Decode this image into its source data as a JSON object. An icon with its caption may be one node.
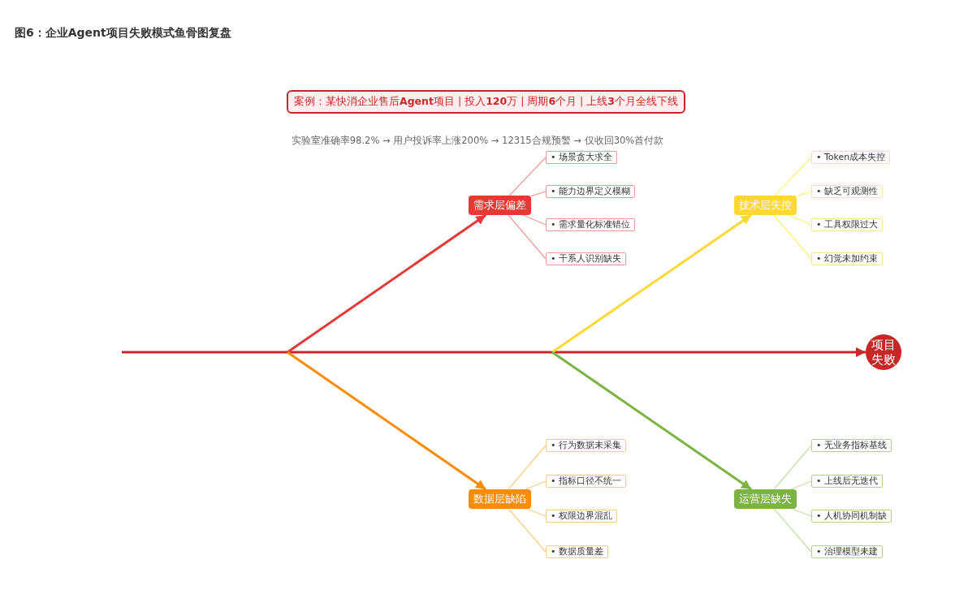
{
  "diagram": {
    "title": "图6：企业Agent项目失败模式鱼骨图复盘",
    "nodes": [
      {
        "text": [
          "案例：某快消企业售后**Agent**项目 | 投入**120**万 | 周期**6**个月 | 上线**3**个月全线下线"
        ]
      },
      {
        "text": [
          "需求层偏差"
        ]
      },
      {
        "text": [
          "• 场景贪大求全"
        ]
      },
      {
        "text": [
          "• 能力边界定义模糊"
        ]
      },
      {
        "text": [
          "• 需求量化标准错位"
        ]
      },
      {
        "text": [
          "• 干系人识别缺失"
        ]
      },
      {
        "text": [
          "技术层失控"
        ]
      },
      {
        "text": [
          "• Token成本失控"
        ]
      },
      {
        "text": [
          "• 缺乏可观测性"
        ]
      },
      {
        "text": [
          "• 工具权限过大"
        ]
      },
      {
        "text": [
          "• 幻觉未加约束"
        ]
      },
      {
        "text": [
          "数据层缺陷"
        ]
      },
      {
        "text": [
          "• 行为数据未采集"
        ]
      },
      {
        "text": [
          "• 指标口径不统一"
        ]
      },
      {
        "text": [
          "• 权限边界混乱"
        ]
      },
      {
        "text": [
          "• 数据质量差"
        ]
      },
      {
        "text": [
          "运营层缺失"
        ]
      },
      {
        "text": [
          "• 无业务指标基线"
        ]
      },
      {
        "text": [
          "• 上线后无迭代"
        ]
      },
      {
        "text": [
          "• 人机协同机制缺"
        ]
      },
      {
        "text": [
          "• 治理模型未建"
        ]
      },
      {
        "text": [
          "项目失败"
        ]
      }
    ],
    "edges": [
      {
        "from": null,
        "to": 21,
        "arrow": "to",
        "style": "thick",
        "color": "#c62828"
      },
      {
        "from": null,
        "to": 1,
        "arrow": "to",
        "style": "thick",
        "color": "#e53935"
      },
      {
        "from": null,
        "to": 6,
        "arrow": "to",
        "style": "thick",
        "color": "#fdd835"
      },
      {
        "from": null,
        "to": 11,
        "arrow": "to",
        "style": "thick",
        "color": "#fb8c00"
      },
      {
        "from": null,
        "to": 16,
        "arrow": "to",
        "style": "thick",
        "color": "#7cb342"
      },
      {
        "from": 1,
        "to": 2,
        "arrow": "none",
        "color": "#ef9a9a"
      },
      {
        "from": 1,
        "to": 3,
        "arrow": "none",
        "color": "#ef9a9a"
      },
      {
        "from": 1,
        "to": 4,
        "arrow": "none",
        "color": "#ef9a9a"
      },
      {
        "from": 1,
        "to": 5,
        "arrow": "none",
        "color": "#ef9a9a"
      },
      {
        "from": 6,
        "to": 7,
        "arrow": "none",
        "color": "#fff176"
      },
      {
        "from": 6,
        "to": 8,
        "arrow": "none",
        "color": "#fff176"
      },
      {
        "from": 6,
        "to": 9,
        "arrow": "none",
        "color": "#fff176"
      },
      {
        "from": 6,
        "to": 10,
        "arrow": "none",
        "color": "#fff176"
      },
      {
        "from": 11,
        "to": 12,
        "arrow": "none",
        "color": "#ffcc80"
      },
      {
        "from": 11,
        "to": 13,
        "arrow": "none",
        "color": "#ffcc80"
      },
      {
        "from": 11,
        "to": 14,
        "arrow": "none",
        "color": "#ffcc80"
      },
      {
        "from": 11,
        "to": 15,
        "arrow": "none",
        "color": "#ffcc80"
      },
      {
        "from": 16,
        "to": 17,
        "arrow": "none",
        "color": "#c5e1a5"
      },
      {
        "from": 16,
        "to": 18,
        "arrow": "none",
        "color": "#c5e1a5"
      },
      {
        "from": 16,
        "to": 19,
        "arrow": "none",
        "color": "#c5e1a5"
      },
      {
        "from": 16,
        "to": 20,
        "arrow": "none",
        "color": "#c5e1a5"
      }
    ],
    "labels": [
      "实验室准确率98.2% → 用户投诉率上涨200% → 12315合规预警 → 仅收回30%首付款"
    ]
  }
}
